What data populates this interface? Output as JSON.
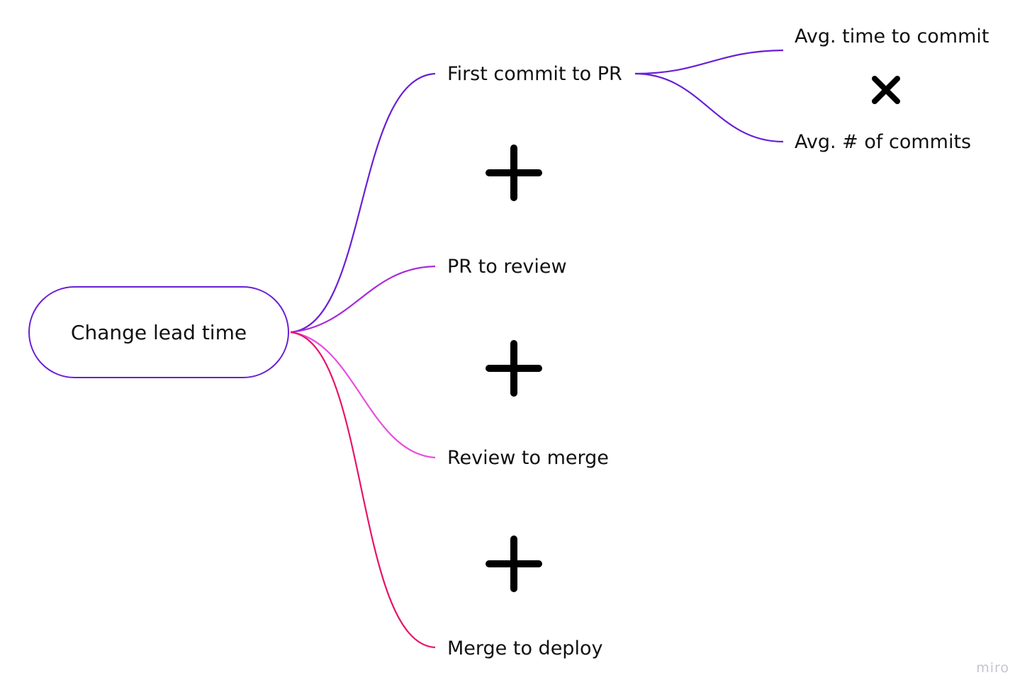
{
  "diagram": {
    "root": {
      "label": "Change lead time",
      "border_color": "#6a1fd6"
    },
    "branches": [
      {
        "label": "First commit to PR",
        "color": "#6a1fd6"
      },
      {
        "label": "PR to review",
        "color": "#a72bdb"
      },
      {
        "label": "Review to merge",
        "color": "#e84ddf"
      },
      {
        "label": "Merge to deploy",
        "color": "#e8136a"
      }
    ],
    "sub_branches": [
      {
        "label": "Avg. time to commit",
        "color": "#6a1fd6"
      },
      {
        "label": "Avg. # of commits",
        "color": "#6a1fd6"
      }
    ],
    "operators": [
      {
        "symbol": "+",
        "name": "plus-icon"
      },
      {
        "symbol": "+",
        "name": "plus-icon"
      },
      {
        "symbol": "+",
        "name": "plus-icon"
      },
      {
        "symbol": "×",
        "name": "multiply-icon"
      }
    ]
  },
  "watermark": {
    "text": "miro"
  }
}
